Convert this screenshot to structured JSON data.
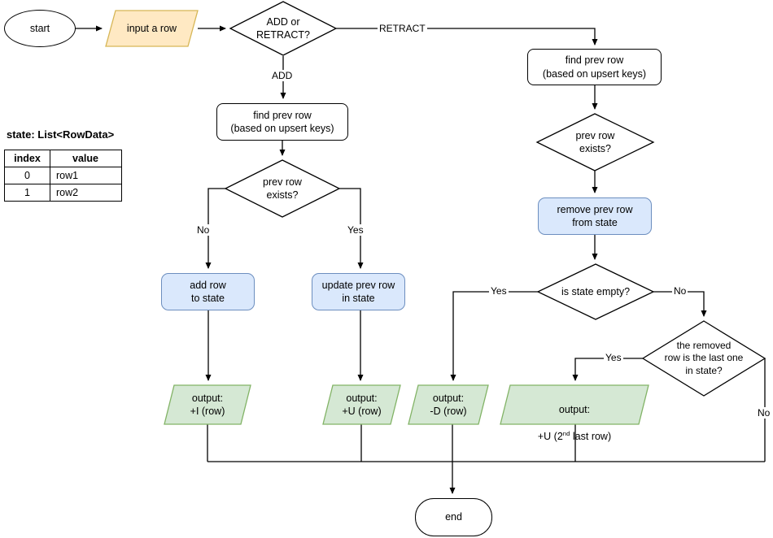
{
  "colors": {
    "line": "#000000",
    "node-fill": "#ffffff",
    "node-stroke": "#000000",
    "yellow-fill": "#ffe9c3",
    "yellow-stroke": "#d6b656",
    "blue-fill": "#dae8fc",
    "blue-stroke": "#6c8ebf",
    "green-fill": "#d5e8d4",
    "green-stroke": "#82b366"
  },
  "nodes": {
    "start": "start",
    "input_row": "input a row",
    "add_or_retract": "ADD or\nRETRACT?",
    "find_prev_left": "find prev row\n(based on upsert keys)",
    "prev_exists_left": "prev row\nexists?",
    "add_row": "add row\nto state",
    "update_prev": "update prev row\nin state",
    "find_prev_right": "find prev row\n(based on upsert keys)",
    "prev_exists_right": "prev row\nexists?",
    "remove_prev": "remove prev row\nfrom state",
    "is_state_empty": "is state empty?",
    "removed_last": "the removed\nrow is the last one\nin state?",
    "output_insert": "output:\n+I (row)",
    "output_update": "output:\n+U (row)",
    "output_delete": "output:\n-D (row)",
    "output_update_2nd": {
      "line1": "output:",
      "pre": "+U (2",
      "sup": "nd",
      "post": " last row)"
    },
    "end": "end"
  },
  "edge_labels": {
    "retract": "RETRACT",
    "add": "ADD",
    "no_left": "No",
    "yes_left": "Yes",
    "yes_empty": "Yes",
    "no_empty": "No",
    "yes_last": "Yes",
    "no_last": "No"
  },
  "state_panel": {
    "title": "state: List<RowData>",
    "headers": [
      "index",
      "value"
    ],
    "rows": [
      [
        "0",
        "row1"
      ],
      [
        "1",
        "row2"
      ]
    ]
  }
}
